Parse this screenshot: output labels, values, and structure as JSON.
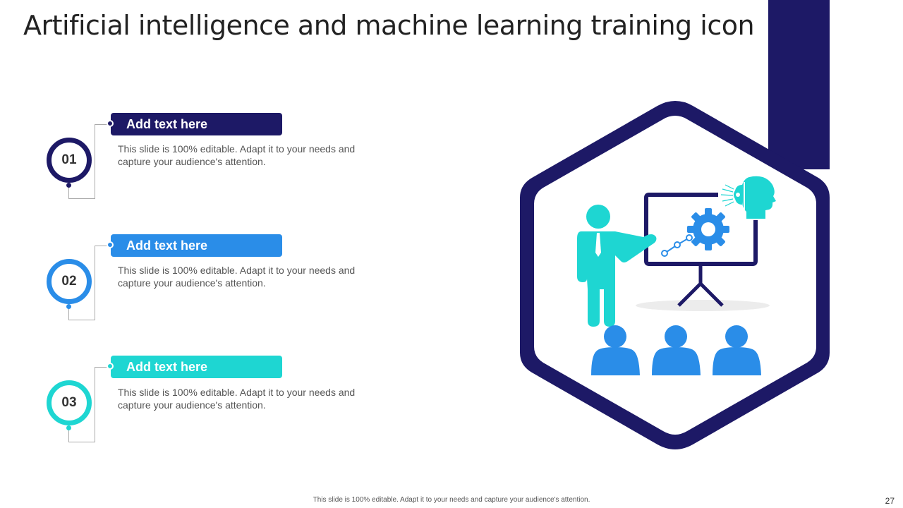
{
  "slide": {
    "title": "Artificial intelligence and machine learning training icon",
    "page_number": "27",
    "footer_text": "This slide is 100% editable. Adapt it to your needs and capture your audience's attention."
  },
  "colors": {
    "navy": "#1d1966",
    "blue": "#2a8de8",
    "teal": "#1ed6d2",
    "text_dark": "#222222",
    "text_body": "#555555",
    "connector": "#aaaaaa"
  },
  "items": [
    {
      "number": "01",
      "heading": "Add text here",
      "description": "This slide is 100% editable. Adapt it to your needs and capture your audience's attention.",
      "color": "#1d1966"
    },
    {
      "number": "02",
      "heading": "Add text here",
      "description": "This slide is 100% editable. Adapt it to your needs and capture your audience's attention.",
      "color": "#2a8de8"
    },
    {
      "number": "03",
      "heading": "Add text here",
      "description": "This slide is 100% editable. Adapt it to your needs and capture your audience's attention.",
      "color": "#1ed6d2"
    }
  ],
  "illustration": {
    "icons": [
      "hexagon-frame",
      "presenter-icon",
      "presentation-board-icon",
      "gear-icon",
      "ai-head-icon",
      "audience-icon"
    ]
  }
}
